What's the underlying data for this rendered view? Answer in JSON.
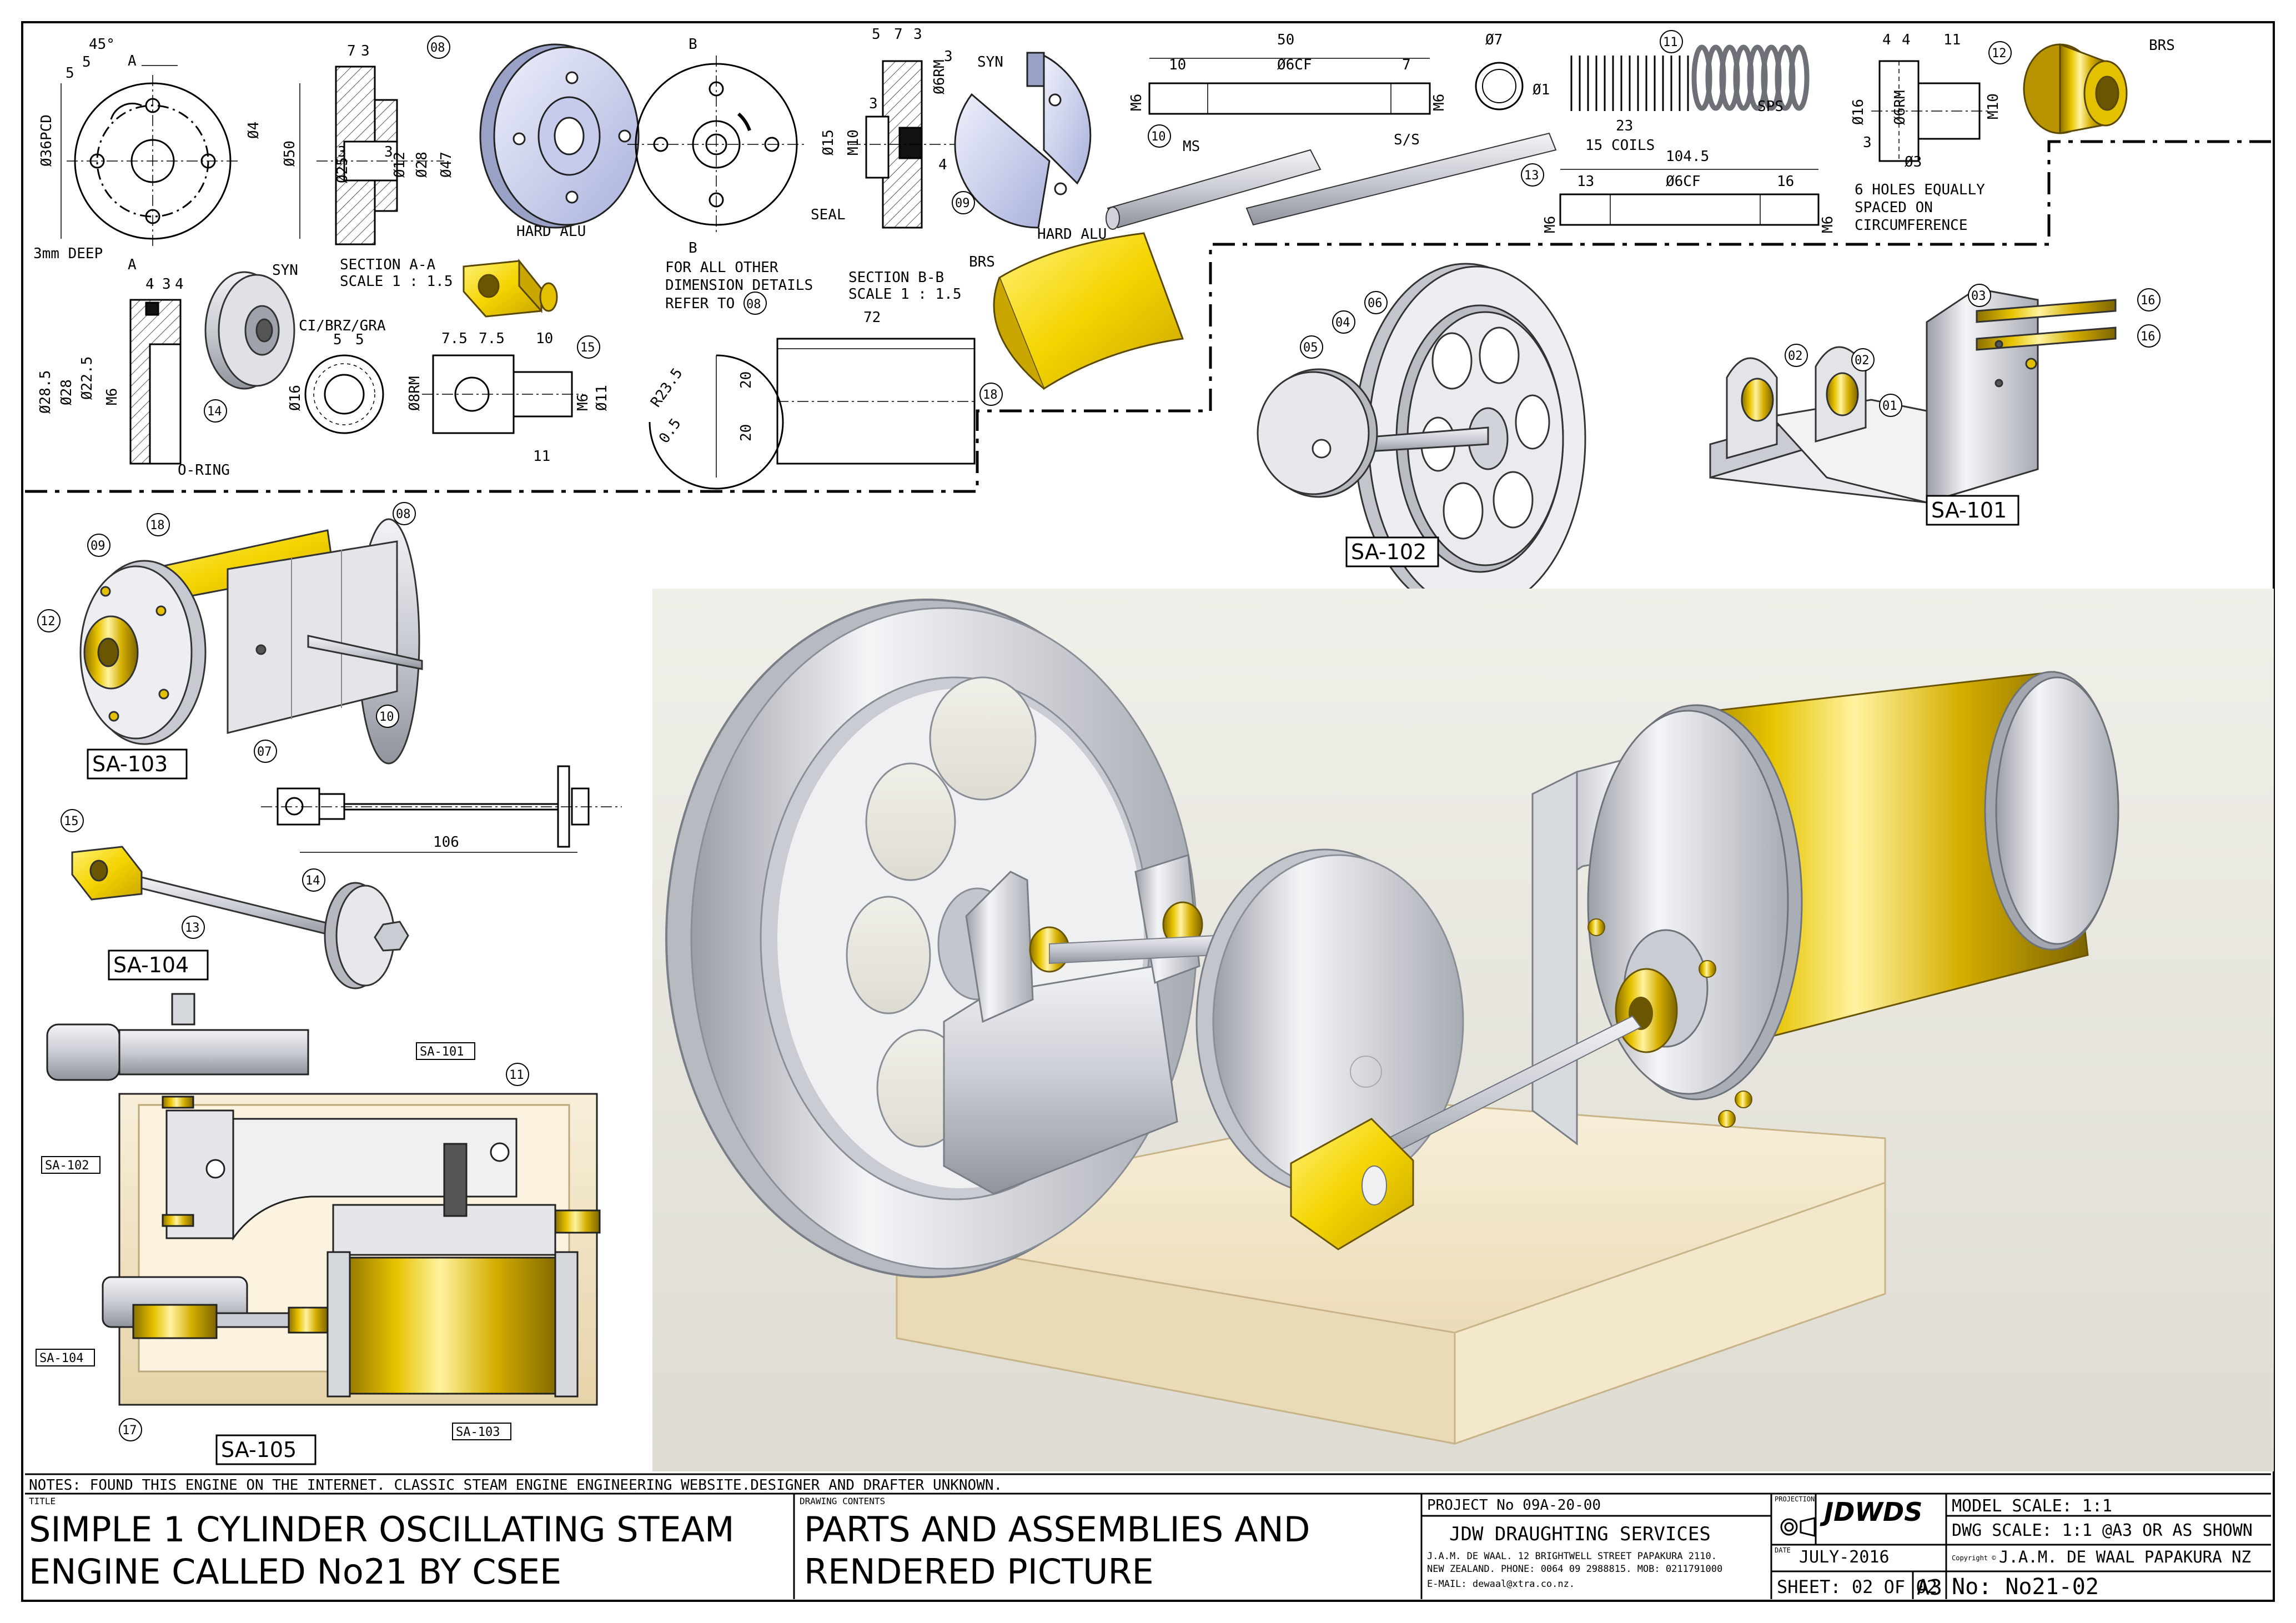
{
  "colors": {
    "brass": "#e8c400",
    "brass_dark": "#a88a00",
    "alu": "#d9dbe0",
    "alu_dark": "#8d9098",
    "wood": "#f3e6c8",
    "hard_alu": "#c7ccee",
    "render_bg": "#ece9df"
  },
  "part_drawings": {
    "p07": {
      "angle": "45°",
      "dim_a": "5",
      "dim_b": "5",
      "pcd": "Ø36PCD",
      "dia_4": "Ø4",
      "dia_50": "Ø50",
      "depth": "3mm DEEP",
      "sec": "A"
    },
    "p08": {
      "balloon": "08",
      "d7": "7",
      "d3": "3",
      "d25": "Ø25",
      "d12": "Ø12",
      "d28": "Ø28",
      "d47": "Ø47",
      "d3b": "3",
      "d3c": "3",
      "material": "HARD ALU",
      "section": "SECTION A-A",
      "scale": "SCALE 1 : 1.5"
    },
    "p09": {
      "balloon": "09",
      "sec": "B",
      "note1": "FOR ALL OTHER",
      "note2": "DIMENSION DETAILS",
      "note3": "REFER TO",
      "ref": "08",
      "d5": "5",
      "d7": "7",
      "d3": "3",
      "d3b": "3",
      "m10": "M10",
      "d15": "Ø15",
      "d6rm": "Ø6RM",
      "d4": "4",
      "d3c": "3",
      "seal": "SEAL",
      "syn": "SYN",
      "material": "HARD ALU",
      "section": "SECTION B-B",
      "scale": "SCALE 1 : 1.5"
    },
    "p10": {
      "balloon": "10",
      "len": "50",
      "d10": "10",
      "d6cf": "Ø6CF",
      "d7": "7",
      "m6a": "M6",
      "m6b": "M6",
      "ms": "MS"
    },
    "p11": {
      "balloon": "11",
      "d7": "Ø7",
      "d1": "Ø1",
      "d23": "23",
      "coils": "15 COILS",
      "sps": "SPS"
    },
    "p12": {
      "balloon": "12",
      "d4a": "4",
      "d4b": "4",
      "d11": "11",
      "d16": "Ø16",
      "d6rm": "Ø6RM",
      "m10": "M10",
      "d3": "3",
      "d3b": "Ø3",
      "holes1": "6 HOLES EQUALLY",
      "holes2": "SPACED ON",
      "holes3": "CIRCUMFERENCE",
      "brs": "BRS"
    },
    "p13": {
      "balloon": "13",
      "len": "104.5",
      "d13": "13",
      "d6cf": "Ø6CF",
      "d16": "16",
      "m6a": "M6",
      "m6b": "M6",
      "ss": "S/S"
    },
    "p14": {
      "balloon": "14",
      "d4a": "4",
      "d3": "3",
      "d4b": "4",
      "d285": "Ø28.5",
      "d28": "Ø28",
      "d225": "Ø22.5",
      "m6": "M6",
      "syn": "SYN",
      "material": "CI/BRZ/GRA",
      "oring": "O-RING"
    },
    "p15": {
      "balloon": "15",
      "d5a": "5",
      "d5b": "5",
      "d75a": "7.5",
      "d75b": "7.5",
      "d10": "10",
      "d16": "Ø16",
      "d8rm": "Ø8RM",
      "m6": "M6",
      "d11a": "Ø11",
      "d11b": "11"
    },
    "p18": {
      "balloon": "18",
      "r235": "R23.5",
      "r05": "0.5",
      "d72": "72",
      "d20a": "20",
      "d20b": "20",
      "brs": "BRS"
    }
  },
  "assemblies": {
    "sa101": {
      "label": "SA-101",
      "b01": "01",
      "b02a": "02",
      "b02b": "02",
      "b03": "03",
      "b16a": "16",
      "b16b": "16"
    },
    "sa102": {
      "label": "SA-102",
      "b04": "04",
      "b05": "05",
      "b06": "06"
    },
    "sa103": {
      "label": "SA-103",
      "b09": "09",
      "b18": "18",
      "b08": "08",
      "b12": "12",
      "b07": "07",
      "b10": "10"
    },
    "sa104": {
      "label": "SA-104",
      "len": "106",
      "b15": "15",
      "b13": "13",
      "b14": "14"
    },
    "sa105": {
      "label": "SA-105",
      "b11": "11",
      "b17": "17",
      "t101": "SA-101",
      "t102": "SA-102",
      "t103": "SA-103",
      "t104": "SA-104"
    }
  },
  "title_block": {
    "notes": "NOTES: FOUND THIS ENGINE ON THE INTERNET. CLASSIC STEAM ENGINE ENGINEERING WEBSITE.DESIGNER AND DRAFTER UNKNOWN.",
    "title_label": "TITLE",
    "title_line1": "SIMPLE 1 CYLINDER OSCILLATING STEAM",
    "title_line2": "ENGINE CALLED No21 BY CSEE",
    "contents_label": "DRAWING CONTENTS",
    "contents_line1": "PARTS AND ASSEMBLIES AND",
    "contents_line2": "RENDERED PICTURE",
    "project": "PROJECT No  09A-20-00",
    "company": "JDW DRAUGHTING SERVICES",
    "addr1": "J.A.M. DE WAAL. 12 BRIGHTWELL STREET PAPAKURA 2110.",
    "addr2": "NEW ZEALAND. PHONE: 0064 09 2988815. MOB: 0211791000",
    "addr3": "E-MAIL: dewaal@xtra.co.nz.",
    "projection_label": "PROJECTION",
    "logo": "JDWDS",
    "date_label": "DATE",
    "date": "JULY-2016",
    "sheet": "SHEET: 02 OF 02",
    "size": "A3",
    "number": "No: No21-02",
    "model_scale": "MODEL SCALE: 1:1",
    "dwg_scale": "DWG SCALE: 1:1 @A3 OR AS SHOWN",
    "copyright_label": "Copyright ©",
    "copyright": "J.A.M. DE WAAL PAPAKURA NZ"
  }
}
